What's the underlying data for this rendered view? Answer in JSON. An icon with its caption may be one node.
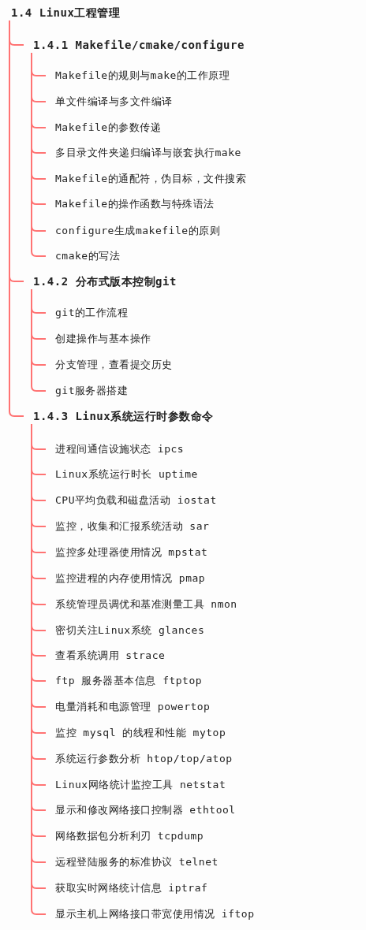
{
  "diagram": {
    "nodes": [
      {
        "text": [
          "1.4 Linux工程管理"
        ]
      },
      {
        "text": [
          "1.4.1 Makefile/cmake/configure"
        ]
      },
      {
        "text": [
          "Makefile的规则与make的工作原理"
        ]
      },
      {
        "text": [
          "单文件编译与多文件编译"
        ]
      },
      {
        "text": [
          "Makefile的参数传递"
        ]
      },
      {
        "text": [
          "多目录文件夹递归编译与嵌套执行make"
        ]
      },
      {
        "text": [
          "Makefile的通配符，伪目标，文件搜索"
        ]
      },
      {
        "text": [
          "Makefile的操作函数与特殊语法"
        ]
      },
      {
        "text": [
          "configure生成makefile的原则"
        ]
      },
      {
        "text": [
          "cmake的写法"
        ]
      },
      {
        "text": [
          "1.4.2 分布式版本控制git"
        ]
      },
      {
        "text": [
          "git的工作流程"
        ]
      },
      {
        "text": [
          "创建操作与基本操作"
        ]
      },
      {
        "text": [
          "分支管理，查看提交历史"
        ]
      },
      {
        "text": [
          "git服务器搭建"
        ]
      },
      {
        "text": [
          "1.4.3 Linux系统运行时参数命令"
        ]
      },
      {
        "text": [
          "进程间通信设施状态 ipcs"
        ]
      },
      {
        "text": [
          "Linux系统运行时长 uptime"
        ]
      },
      {
        "text": [
          "CPU平均负载和磁盘活动 iostat"
        ]
      },
      {
        "text": [
          "监控，收集和汇报系统活动 sar"
        ]
      },
      {
        "text": [
          "监控多处理器使用情况 mpstat"
        ]
      },
      {
        "text": [
          "监控进程的内存使用情况 pmap"
        ]
      },
      {
        "text": [
          "系统管理员调优和基准测量工具 nmon"
        ]
      },
      {
        "text": [
          "密切关注Linux系统 glances"
        ]
      },
      {
        "text": [
          "查看系统调用 strace"
        ]
      },
      {
        "text": [
          "ftp 服务器基本信息 ftptop"
        ]
      },
      {
        "text": [
          "电量消耗和电源管理 powertop"
        ]
      },
      {
        "text": [
          "监控 mysql 的线程和性能 mytop"
        ]
      },
      {
        "text": [
          "系统运行参数分析 htop/top/atop"
        ]
      },
      {
        "text": [
          "Linux网络统计监控工具 netstat"
        ]
      },
      {
        "text": [
          "显示和修改网络接口控制器 ethtool"
        ]
      },
      {
        "text": [
          "网络数据包分析利刃 tcpdump"
        ]
      },
      {
        "text": [
          "远程登陆服务的标准协议 telnet"
        ]
      },
      {
        "text": [
          "获取实时网络统计信息 iptraf"
        ]
      },
      {
        "text": [
          "显示主机上网络接口带宽使用情况 iftop"
        ]
      }
    ],
    "edges": [
      {
        "from": 0,
        "to": 1,
        "arrow": "none"
      },
      {
        "from": 1,
        "to": 2,
        "arrow": "none"
      },
      {
        "from": 1,
        "to": 3,
        "arrow": "none"
      },
      {
        "from": 1,
        "to": 4,
        "arrow": "none"
      },
      {
        "from": 1,
        "to": 5,
        "arrow": "none"
      },
      {
        "from": 1,
        "to": 6,
        "arrow": "none"
      },
      {
        "from": 1,
        "to": 7,
        "arrow": "none"
      },
      {
        "from": 1,
        "to": 8,
        "arrow": "none"
      },
      {
        "from": 1,
        "to": 9,
        "arrow": "none"
      },
      {
        "from": 0,
        "to": 10,
        "arrow": "none"
      },
      {
        "from": 10,
        "to": 11,
        "arrow": "none"
      },
      {
        "from": 10,
        "to": 12,
        "arrow": "none"
      },
      {
        "from": 10,
        "to": 13,
        "arrow": "none"
      },
      {
        "from": 10,
        "to": 14,
        "arrow": "none"
      },
      {
        "from": 0,
        "to": 15,
        "arrow": "none"
      },
      {
        "from": 15,
        "to": 16,
        "arrow": "none"
      },
      {
        "from": 15,
        "to": 17,
        "arrow": "none"
      },
      {
        "from": 15,
        "to": 18,
        "arrow": "none"
      },
      {
        "from": 15,
        "to": 19,
        "arrow": "none"
      },
      {
        "from": 15,
        "to": 20,
        "arrow": "none"
      },
      {
        "from": 15,
        "to": 21,
        "arrow": "none"
      },
      {
        "from": 15,
        "to": 22,
        "arrow": "none"
      },
      {
        "from": 15,
        "to": 23,
        "arrow": "none"
      },
      {
        "from": 15,
        "to": 24,
        "arrow": "none"
      },
      {
        "from": 15,
        "to": 25,
        "arrow": "none"
      },
      {
        "from": 15,
        "to": 26,
        "arrow": "none"
      },
      {
        "from": 15,
        "to": 27,
        "arrow": "none"
      },
      {
        "from": 15,
        "to": 28,
        "arrow": "none"
      },
      {
        "from": 15,
        "to": 29,
        "arrow": "none"
      },
      {
        "from": 15,
        "to": 30,
        "arrow": "none"
      },
      {
        "from": 15,
        "to": 31,
        "arrow": "none"
      },
      {
        "from": 15,
        "to": 32,
        "arrow": "none"
      },
      {
        "from": 15,
        "to": 33,
        "arrow": "none"
      },
      {
        "from": 15,
        "to": 34,
        "arrow": "none"
      }
    ]
  }
}
